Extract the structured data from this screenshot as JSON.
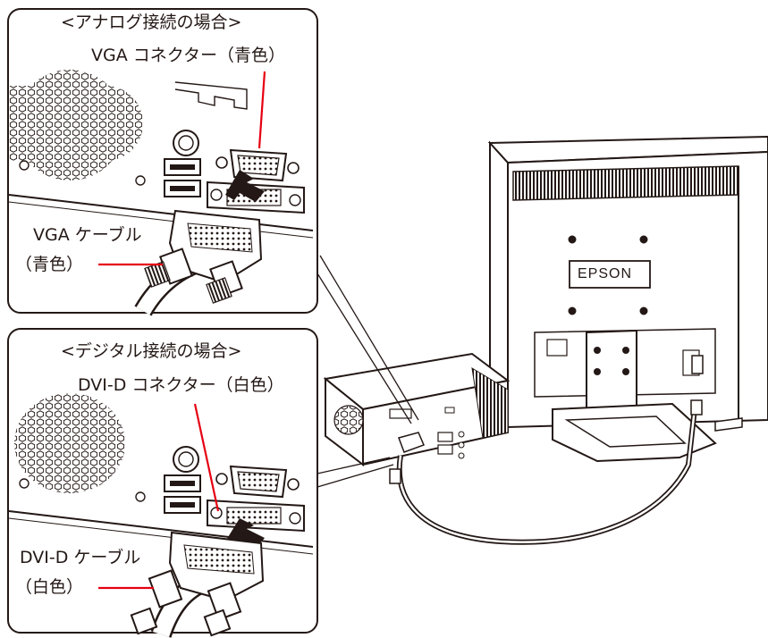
{
  "analog": {
    "title": "<アナログ接続の場合>",
    "connector_label": "VGA コネクター（青色）",
    "cable_label_line1": "VGA ケーブル",
    "cable_label_line2": "（青色）"
  },
  "digital": {
    "title": "<デジタル接続の場合>",
    "connector_label": "DVI-D コネクター（白色）",
    "cable_label_line1": "DVI-D ケーブル",
    "cable_label_line2": "（白色）"
  },
  "monitor": {
    "brand": "EPSON"
  },
  "colors": {
    "leader_line": "#e60012",
    "stroke": "#231815",
    "panel_fill": "#ffffff",
    "arrow_fill": "#231815"
  }
}
